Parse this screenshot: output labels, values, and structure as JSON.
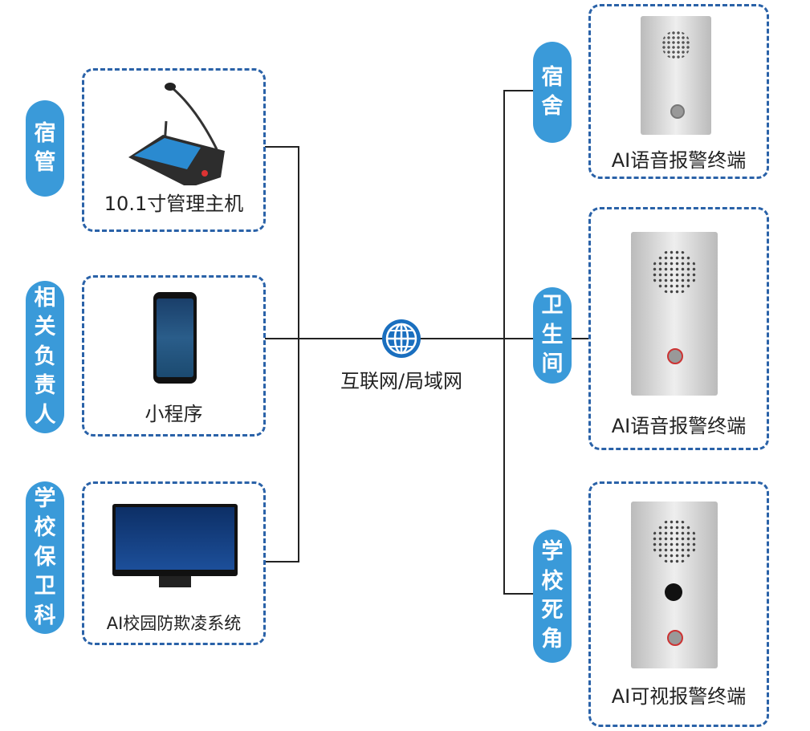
{
  "network_label": "互联网/局域网",
  "left": [
    {
      "role": "宿管",
      "device": "10.1寸管理主机"
    },
    {
      "role": "相关负责人",
      "device": "小程序"
    },
    {
      "role": "学校保卫科",
      "device": "AI校园防欺凌系统"
    }
  ],
  "right": [
    {
      "role": "宿舍",
      "device": "AI语音报警终端"
    },
    {
      "role": "卫生间",
      "device": "AI语音报警终端"
    },
    {
      "role": "学校死角",
      "device": "AI可视报警终端"
    }
  ],
  "colors": {
    "pill": "#3a9ad9",
    "dashed_border": "#2a62a8",
    "globe": "#1a6fbf",
    "line": "#222222"
  },
  "icons": {
    "network": "globe-icon"
  }
}
